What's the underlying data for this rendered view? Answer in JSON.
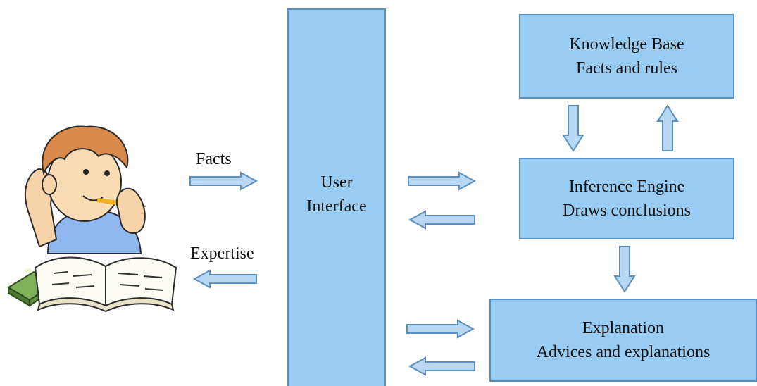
{
  "labels": {
    "facts": "Facts",
    "expertise": "Expertise"
  },
  "user_interface": {
    "line1": "User",
    "line2": "Interface"
  },
  "knowledge_base": {
    "line1": "Knowledge Base",
    "line2": "Facts and rules"
  },
  "inference_engine": {
    "line1": "Inference Engine",
    "line2": "Draws conclusions"
  },
  "explanation": {
    "line1": "Explanation",
    "line2": "Advices and explanations"
  },
  "colors": {
    "box_fill": "#99ccf3",
    "box_border": "#5a8fc0",
    "arrow_fill": "#b7d7f2",
    "arrow_stroke": "#5a8fc0"
  },
  "icons": {
    "user": "student-studying-illustration"
  }
}
